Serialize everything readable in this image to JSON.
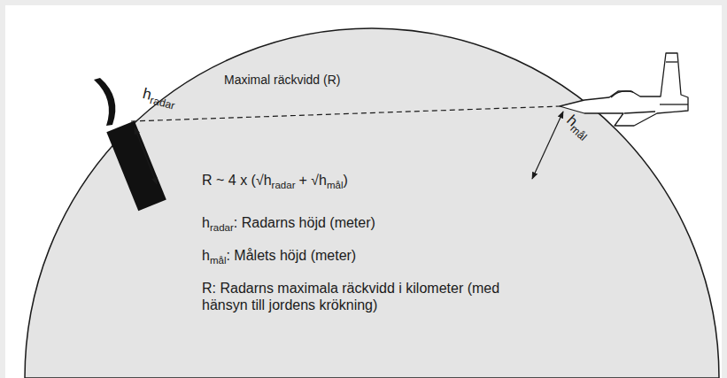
{
  "diagram": {
    "labels": [
      "Maximal räckvidd (R)",
      "h",
      "radar",
      "h",
      "mål",
      "R ~ 4 x (√h",
      "radar",
      "+ √h",
      "mål",
      ")",
      "h",
      "radar",
      ": Radarns höjd (meter)",
      "h",
      "mål",
      ": Målets höjd (meter)",
      "R: Radarns maximala räckvidd i kilometer (med hänsyn till jordens krökning)"
    ]
  }
}
